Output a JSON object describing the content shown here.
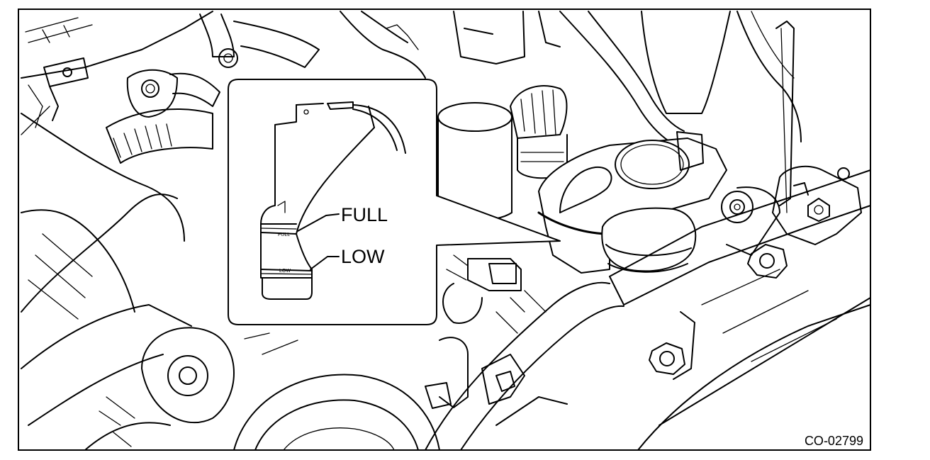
{
  "figure": {
    "labels": {
      "full": "FULL",
      "low": "LOW",
      "tank_full_mark": "FULL",
      "tank_low_mark": "LOW"
    },
    "figure_code": "CO-02799"
  }
}
